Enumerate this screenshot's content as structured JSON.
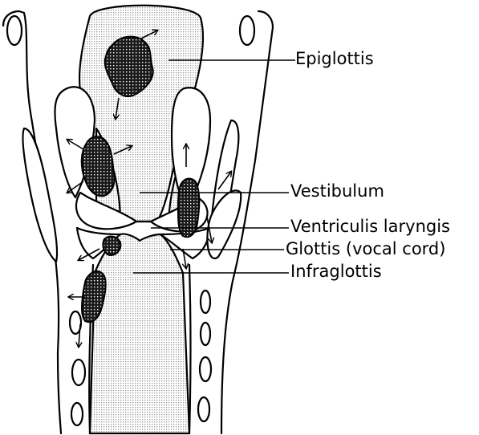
{
  "labels": {
    "epiglottis": "Epiglottis",
    "vestibulum": "Vestibulum",
    "ventriculis": "Ventriculis laryngis",
    "glottis": "Glottis (vocal cord)",
    "infraglottis": "Infraglottis"
  },
  "colors": {
    "stroke": "#000000",
    "stipple": "#bdbdbd",
    "background": "#ffffff"
  },
  "icons": {
    "arrow": "arrow-icon",
    "tumor": "tumor-icon"
  }
}
